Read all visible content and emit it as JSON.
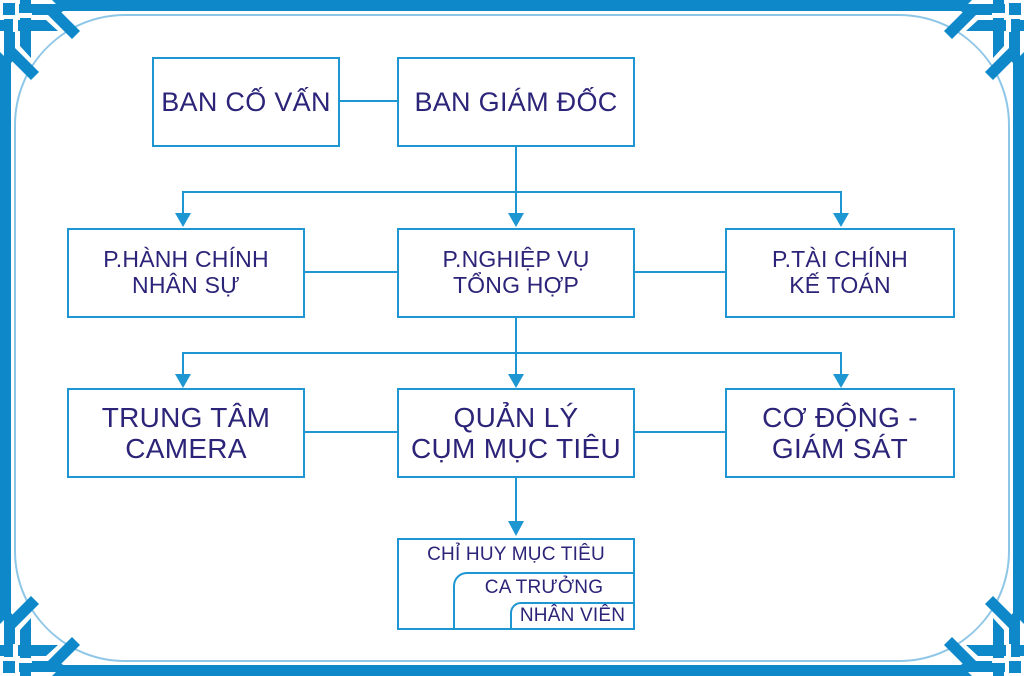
{
  "diagram_title": "",
  "colors": {
    "line_blue": "#1e96d2",
    "frame_blue": "#0f88c9",
    "frame_thin": "#8ec6e8",
    "ink": "#2b2478"
  },
  "nodes": {
    "advisory": {
      "label": "BAN CỐ VẤN"
    },
    "board": {
      "label": "BAN GIÁM ĐỐC"
    },
    "admin_hr": {
      "label": "P.HÀNH CHÍNH\nNHÂN SỰ"
    },
    "operations": {
      "label": "P.NGHIỆP VỤ\nTỔNG HỢP"
    },
    "finance": {
      "label": "P.TÀI CHÍNH\nKẾ TOÁN"
    },
    "camera_center": {
      "label": "TRUNG TÂM\nCAMERA"
    },
    "target_cluster": {
      "label": "QUẢN LÝ\nCỤM MỤC TIÊU"
    },
    "mobile_watch": {
      "label": "CƠ ĐỘNG -\nGIÁM SÁT"
    },
    "target_command": {
      "label": "CHỈ HUY MỤC TIÊU"
    },
    "shift_leader": {
      "label": "CA TRƯỞNG"
    },
    "staff": {
      "label": "NHÂN VIÊN"
    }
  }
}
